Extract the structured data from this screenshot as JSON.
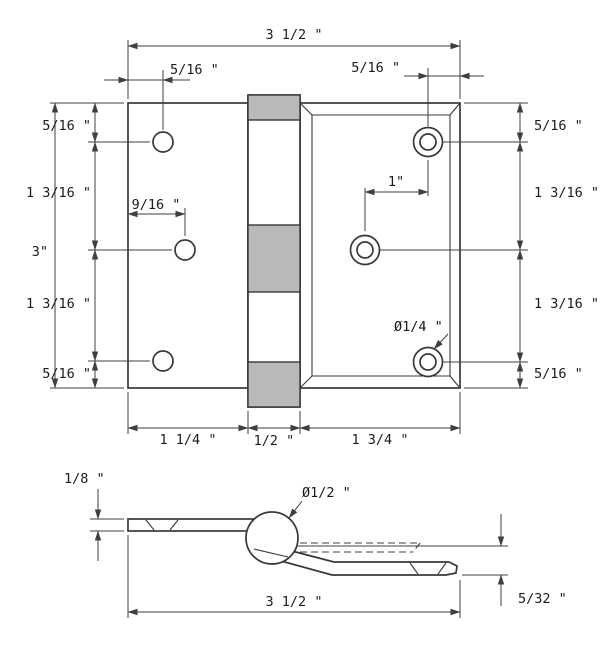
{
  "drawing": {
    "top": {
      "overall_width": "3 1/2 \"",
      "top_left_offset": "5/16 \"",
      "top_right_offset": "5/16 \"",
      "left_top": "5/16 \"",
      "left_upper": "1 3/16 \"",
      "overall_height": "3\"",
      "left_lower": "1 3/16 \"",
      "left_bottom": "5/16 \"",
      "center_offset": "9/16 \"",
      "hole_spacing": "1\"",
      "hole_diameter": "Ø1/4 \"",
      "right_top": "5/16 \"",
      "right_upper": "1 3/16 \"",
      "right_lower": "1 3/16 \"",
      "right_bottom": "5/16 \"",
      "bottom_left": "1 1/4 \"",
      "bottom_knuckle": "1/2 \"",
      "bottom_right": "1 3/4 \""
    },
    "side": {
      "leaf_thickness": "1/8 \"",
      "barrel_diameter": "Ø1/2 \"",
      "overall_length": "3 1/2 \"",
      "leaf_offset": "5/32 \""
    },
    "colors": {
      "line": "#383838",
      "knuckle_fill": "#b9b9b9",
      "background": "#ffffff"
    }
  }
}
